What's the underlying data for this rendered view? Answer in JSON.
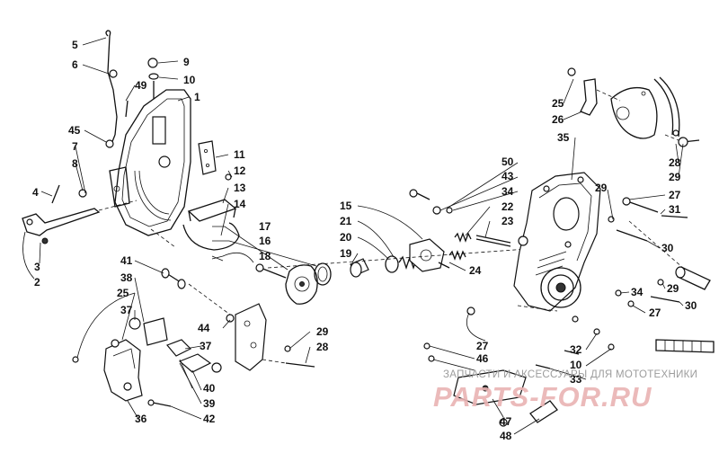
{
  "diagram": {
    "callouts": {
      "c1": "1",
      "c2": "2",
      "c3": "3",
      "c4": "4",
      "c5": "5",
      "c6": "6",
      "c7": "7",
      "c8": "8",
      "c9": "9",
      "c10a": "10",
      "c10b": "10",
      "c11": "11",
      "c12": "12",
      "c13": "13",
      "c14": "14",
      "c15": "15",
      "c16": "16",
      "c17": "17",
      "c18": "18",
      "c19": "19",
      "c20": "20",
      "c21": "21",
      "c22": "22",
      "c23": "23",
      "c24": "24",
      "c25a": "25",
      "c25b": "25",
      "c26": "26",
      "c27a": "27",
      "c27b": "27",
      "c27c": "27",
      "c28a": "28",
      "c28b": "28",
      "c29a": "29",
      "c29b": "29",
      "c29c": "29",
      "c29d": "29",
      "c30a": "30",
      "c30b": "30",
      "c31": "31",
      "c32": "32",
      "c33": "33",
      "c34a": "34",
      "c34b": "34",
      "c35": "35",
      "c36": "36",
      "c37a": "37",
      "c37b": "37",
      "c38": "38",
      "c39": "39",
      "c40": "40",
      "c41": "41",
      "c42": "42",
      "c43": "43",
      "c44": "44",
      "c45": "45",
      "c46": "46",
      "c47": "47",
      "c48": "48",
      "c49": "49",
      "c50": "50"
    }
  },
  "watermark": {
    "tagline": "ЗАПЧАСТИ И АКСЕССУАРЫ ДЛЯ МОТОТЕХНИКИ",
    "brand": "PARTS-FOR.RU"
  }
}
